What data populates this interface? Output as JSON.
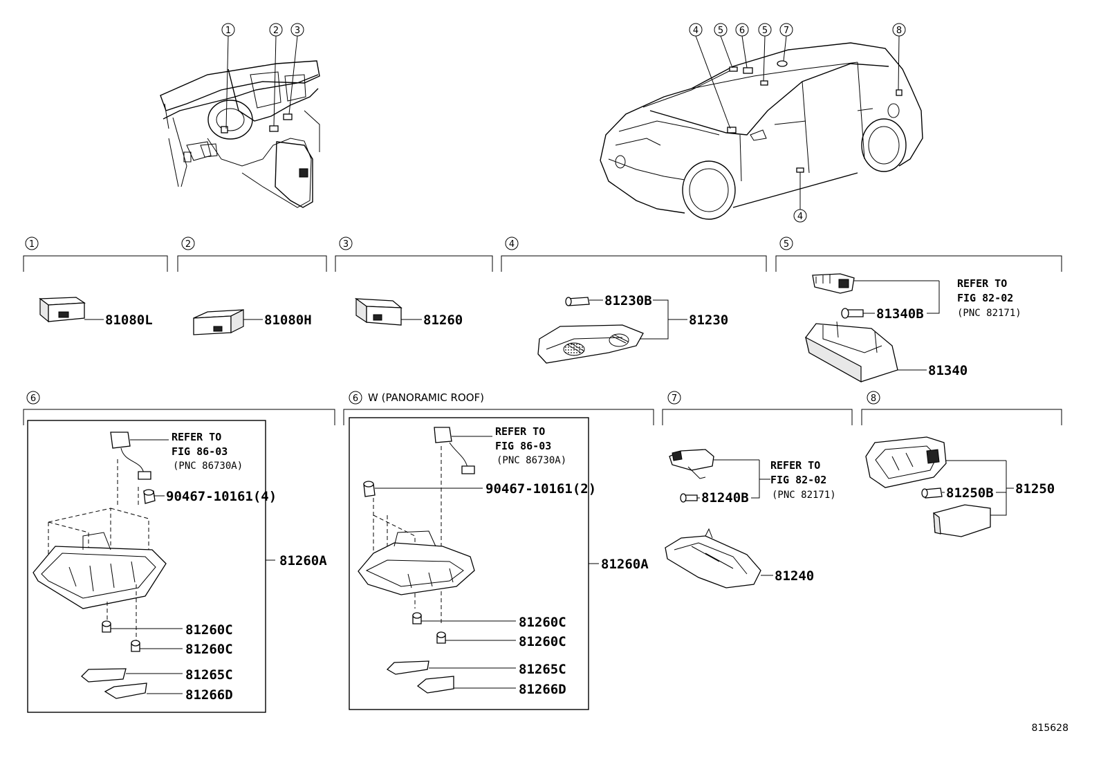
{
  "callouts": {
    "top_left": [
      "1",
      "2",
      "3"
    ],
    "top_right": [
      "4",
      "5",
      "6",
      "5",
      "7",
      "8"
    ],
    "bottom_car": "4"
  },
  "sections": {
    "s1": {
      "num": "1",
      "parts": [
        "81080L"
      ]
    },
    "s2": {
      "num": "2",
      "parts": [
        "81080H"
      ]
    },
    "s3": {
      "num": "3",
      "parts": [
        "81260"
      ]
    },
    "s4": {
      "num": "4",
      "parts": [
        "81230B",
        "81230"
      ]
    },
    "s5": {
      "num": "5",
      "parts": [
        "81340B",
        "81340"
      ],
      "refer": [
        "REFER TO",
        "FIG 82-02",
        "(PNC 82171)"
      ]
    },
    "s6": {
      "num": "6",
      "parts": [
        "90467-10161(4)",
        "81260A",
        "81260C",
        "81260C",
        "81265C",
        "81266D"
      ],
      "refer": [
        "REFER TO",
        "FIG 86-03",
        "(PNC 86730A)"
      ]
    },
    "s6w": {
      "num": "6",
      "title": "W (PANORAMIC ROOF)",
      "parts": [
        "90467-10161(2)",
        "81260A",
        "81260C",
        "81260C",
        "81265C",
        "81266D"
      ],
      "refer": [
        "REFER TO",
        "FIG 86-03",
        "(PNC 86730A)"
      ]
    },
    "s7": {
      "num": "7",
      "parts": [
        "81240B",
        "81240"
      ],
      "refer": [
        "REFER TO",
        "FIG 82-02",
        "(PNC 82171)"
      ]
    },
    "s8": {
      "num": "8",
      "parts": [
        "81250B",
        "81250"
      ]
    }
  },
  "diagram_code": "815628"
}
